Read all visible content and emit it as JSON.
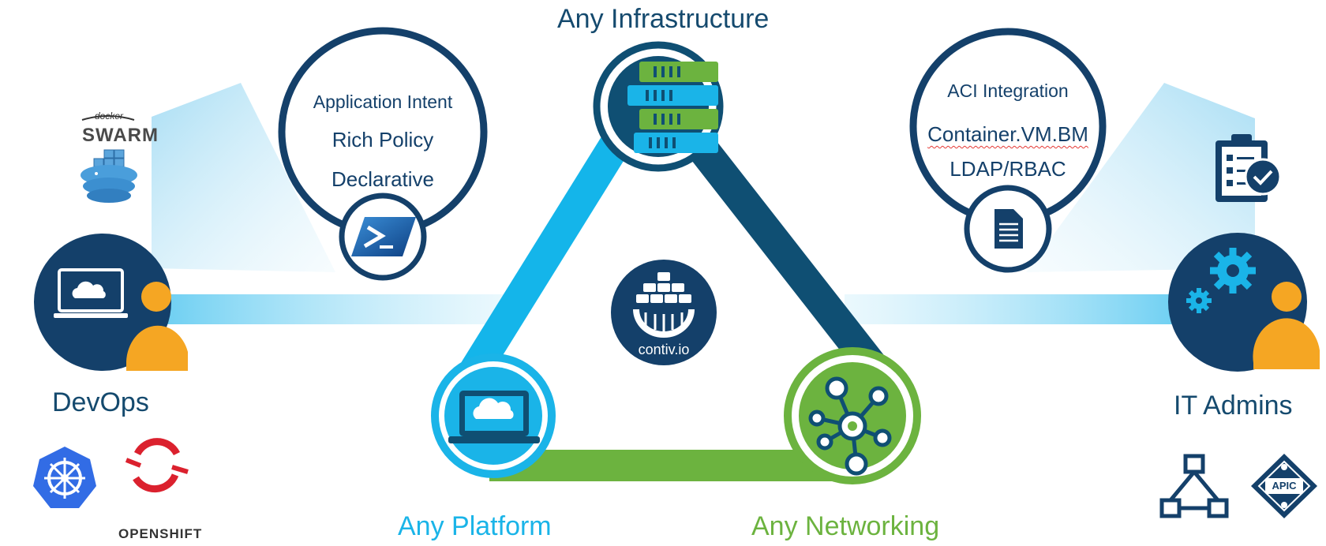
{
  "title": "Any Infrastructure",
  "platform_label": "Any Platform",
  "networking_label": "Any Networking",
  "devops": {
    "label": "DevOps",
    "features": [
      "Application Intent",
      "Rich Policy",
      "Declarative"
    ],
    "logos": {
      "swarm_top": "docker",
      "swarm_bottom": "SWARM",
      "openshift": "OPENSHIFT"
    }
  },
  "it_admins": {
    "label": "IT Admins",
    "features": [
      "ACI Integration",
      "Container.VM.BM",
      "LDAP/RBAC"
    ],
    "apic_label": "APIC"
  },
  "center_logo": "contiv.io",
  "colors": {
    "navy": "#154a6e",
    "dark_blue": "#0f4f73",
    "cyan": "#1ab4e8",
    "green": "#6cb33f",
    "orange": "#f5a623",
    "kubernetes_blue": "#326ce5",
    "openshift_red": "#db212e"
  },
  "icons": [
    "server-rack-icon",
    "laptop-cloud-icon",
    "network-hub-icon",
    "powershell-icon",
    "document-icon",
    "checklist-icon",
    "gear-icon",
    "kubernetes-icon",
    "openshift-icon",
    "docker-swarm-icon",
    "hierarchy-icon",
    "apic-icon",
    "contiv-logo-icon"
  ]
}
